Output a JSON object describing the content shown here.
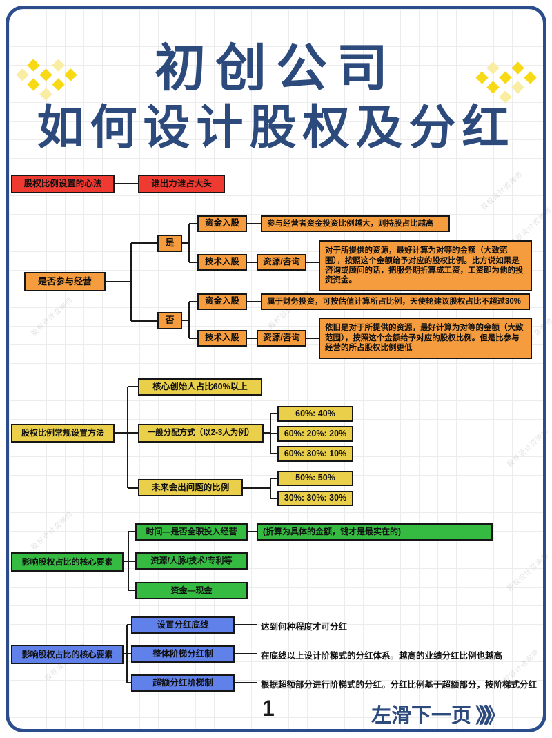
{
  "page": {
    "title_line1": "初创公司",
    "title_line2": "如何设计股权及分红",
    "page_number": "1",
    "next_page_label": "左滑下一页",
    "next_page_arrows": "》》》",
    "watermark": "股权设计咨询师"
  },
  "colors": {
    "navy": "#2d4a7d",
    "red": "#ee3a30",
    "orange": "#f59c3e",
    "yellow": "#e9cf4a",
    "green": "#35bb42",
    "blue": "#6081ea"
  },
  "mindset": {
    "label": "股权比例设置的心法",
    "value": "谁出力谁占大头"
  },
  "participation": {
    "label": "是否参与经营",
    "yes": {
      "label": "是",
      "capital": {
        "label": "资金入股",
        "desc": "参与经营者资金投资比例越大，则持股占比越高"
      },
      "tech": {
        "label": "技术入股",
        "sub": "资源/咨询",
        "desc": "对于所提供的资源，最好计算为对等的金额（大致范围），按照这个金额给予对应的股权比例。比方说如果是咨询或顾问的话，把服务期折算成工资，工资即为他的投资资金。"
      }
    },
    "no": {
      "label": "否",
      "capital": {
        "label": "资金入股",
        "desc": "属于财务投资，可按估值计算所占比例，天使轮建议股权占比不超过30%"
      },
      "tech": {
        "label": "技术入股",
        "sub": "资源/咨询",
        "desc": "依旧是对于所提供的资源，最好计算为对等的金额（大致范围），按照这个金额给予对应的股权比例。但是比参与经营的所占股权比例更低"
      }
    }
  },
  "allocation": {
    "label": "股权比例常规设置方法",
    "core": "核心创始人占比60%以上",
    "general": {
      "label": "一般分配方式（以2-3人为例）",
      "ratios": [
        "60%: 40%",
        "60%: 20%: 20%",
        "60%: 30%: 10%"
      ]
    },
    "problem": {
      "label": "未来会出问题的比例",
      "ratios": [
        "50%: 50%",
        "30%: 30%: 30%"
      ]
    }
  },
  "factors": {
    "label": "影响股权占比的核心要素",
    "items": [
      {
        "label": "时间—是否全职投入经营",
        "desc": "(折算为具体的金额，钱才是最实在的)"
      },
      {
        "label": "资源/人脉/技术/专利等"
      },
      {
        "label": "资金—现金"
      }
    ]
  },
  "dividend": {
    "label": "影响股权占比的核心要素",
    "items": [
      {
        "label": "设置分红底线",
        "desc": "达到何种程度才可分红"
      },
      {
        "label": "整体阶梯分红制",
        "desc": "在底线以上设计阶梯式的分红体系。越高的业绩分红比例也越高"
      },
      {
        "label": "超额分红阶梯制",
        "desc": "根据超额部分进行阶梯式的分红。分红比例基于超额部分，按阶梯式分红"
      }
    ]
  }
}
